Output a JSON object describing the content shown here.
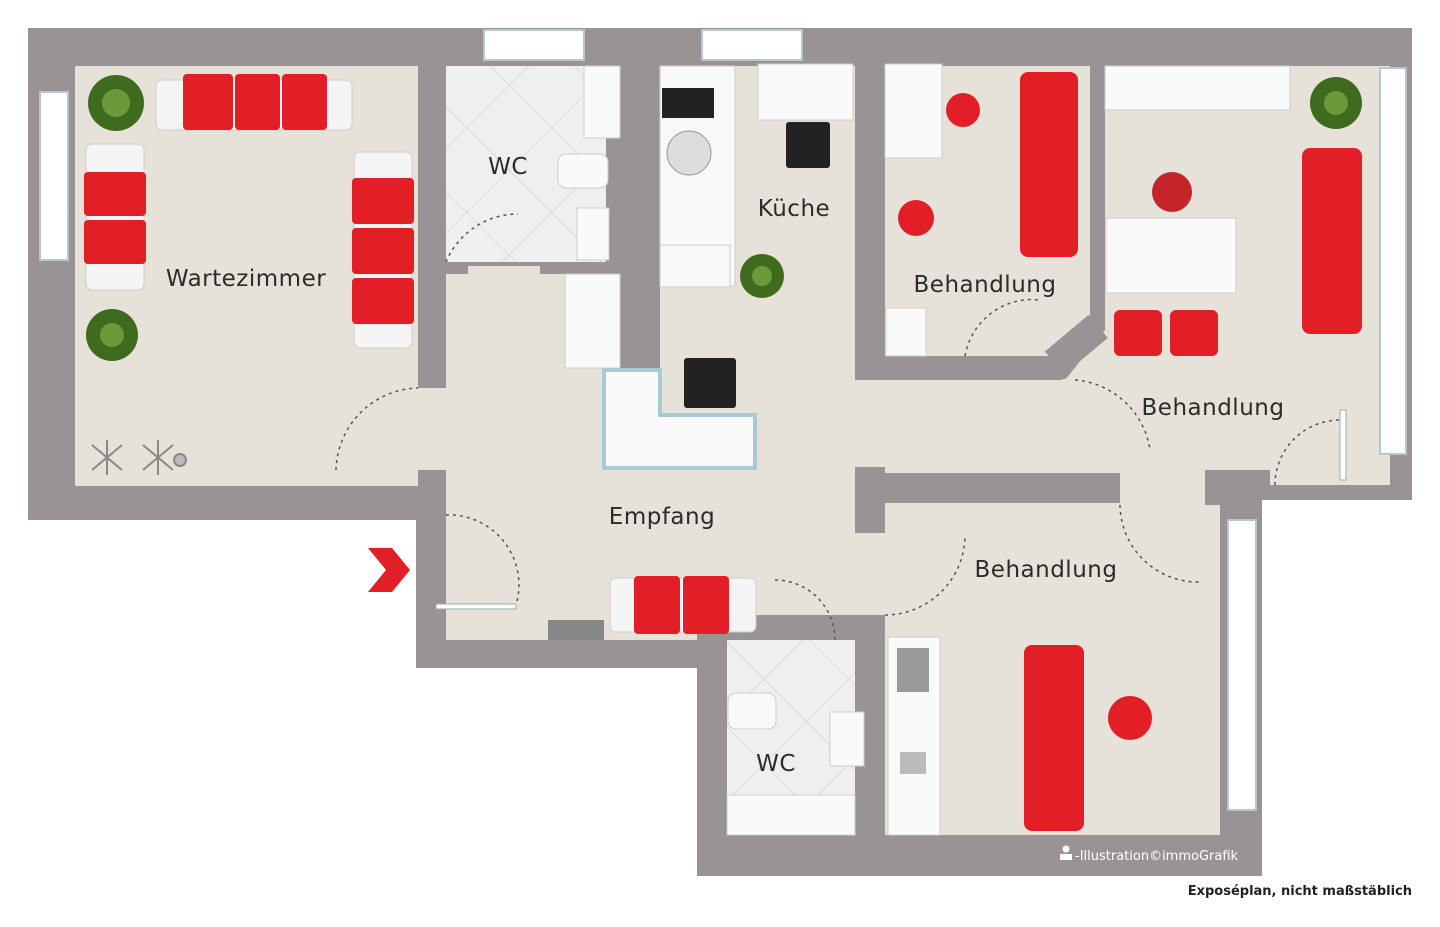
{
  "rooms": {
    "wartezimmer": "Wartezimmer",
    "wc_top": "WC",
    "kueche": "Küche",
    "behandlung_1": "Behandlung",
    "behandlung_2": "Behandlung",
    "empfang": "Empfang",
    "behandlung_3": "Behandlung",
    "wc_bottom": "WC"
  },
  "credit": "-Illustration©immoGrafik",
  "caption": "Exposéplan, nicht maßstäblich",
  "colors": {
    "wall": "#9a9396",
    "floor": "#e6e2d9",
    "tile": "#ebebeb",
    "furniture_red": "#e21f26",
    "furniture_white": "#f7f7f7",
    "plant": "#3f6b1e",
    "entrance_arrow": "#e21f26"
  },
  "icons": {
    "entrance": "entrance-arrow-icon",
    "credit_logo": "sparkasse-logo-icon"
  }
}
